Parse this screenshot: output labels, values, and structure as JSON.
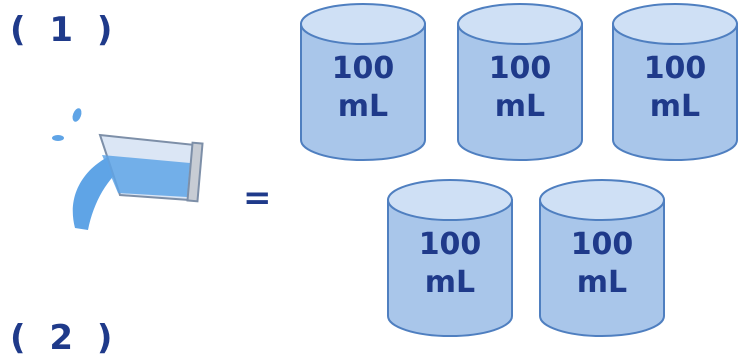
{
  "problem_labels": [
    "( 1 )",
    "( 2 )"
  ],
  "equals_sign": "=",
  "cylinders": [
    {
      "amount": "100",
      "unit": "mL"
    },
    {
      "amount": "100",
      "unit": "mL"
    },
    {
      "amount": "100",
      "unit": "mL"
    },
    {
      "amount": "100",
      "unit": "mL"
    },
    {
      "amount": "100",
      "unit": "mL"
    }
  ],
  "colors": {
    "text": "#1f3a8a",
    "cylinder_fill": "#a9c6ea",
    "cylinder_top": "#cfe0f5",
    "cylinder_stroke": "#4f7fc0",
    "water": "#5fa4e6"
  },
  "icons": [
    "pouring-cup-icon"
  ]
}
